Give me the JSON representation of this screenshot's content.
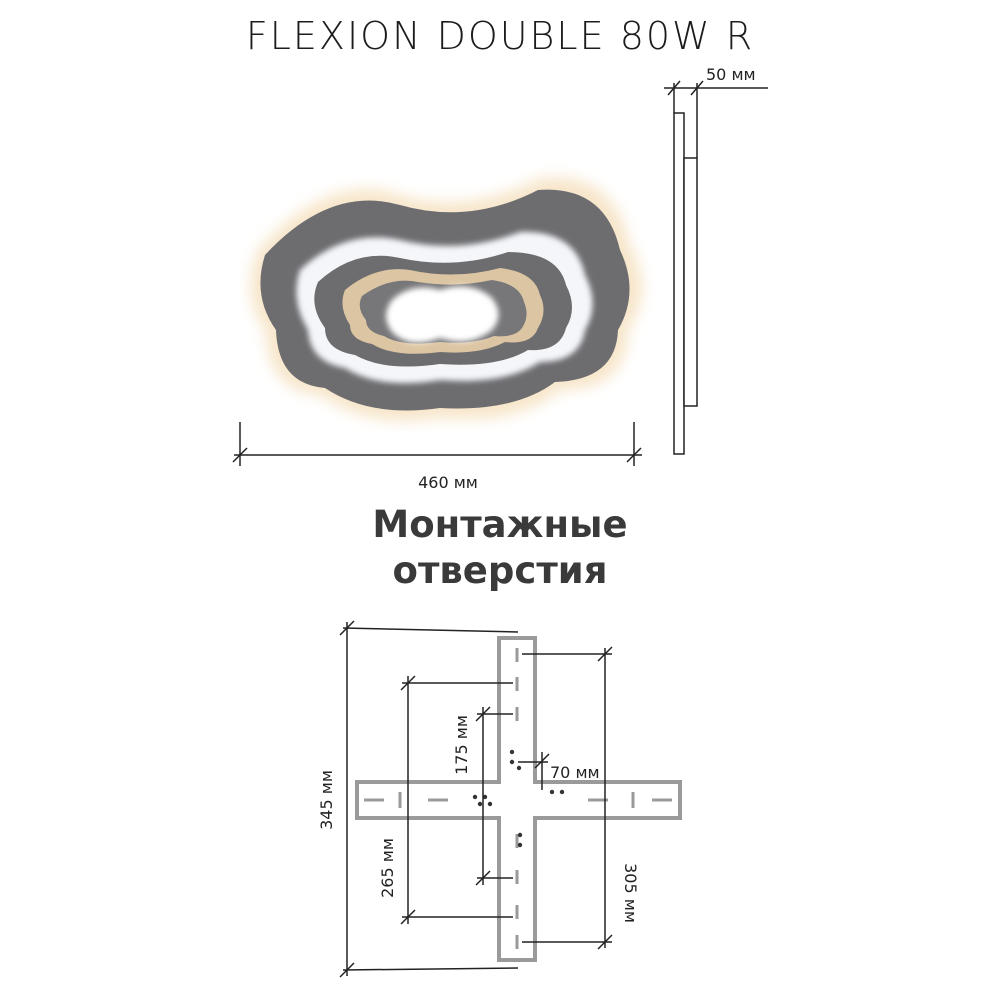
{
  "title": "FLEXION DOUBLE 80W R",
  "section_title": {
    "line1": "Монтажные",
    "line2": "отверстия"
  },
  "dimensions": {
    "width": "460 мм",
    "depth": "50 мм",
    "total_height": "345 мм",
    "span_305": "305 мм",
    "span_265": "265 мм",
    "span_175": "175 мм",
    "span_70": "70 мм"
  },
  "colors": {
    "frame": "#6d6d70",
    "glow": "#f6e3c4",
    "warm": "#d9c2a0",
    "white_band": "#f4f6fa",
    "bracket": "#9a9a9a",
    "line": "#222222"
  }
}
